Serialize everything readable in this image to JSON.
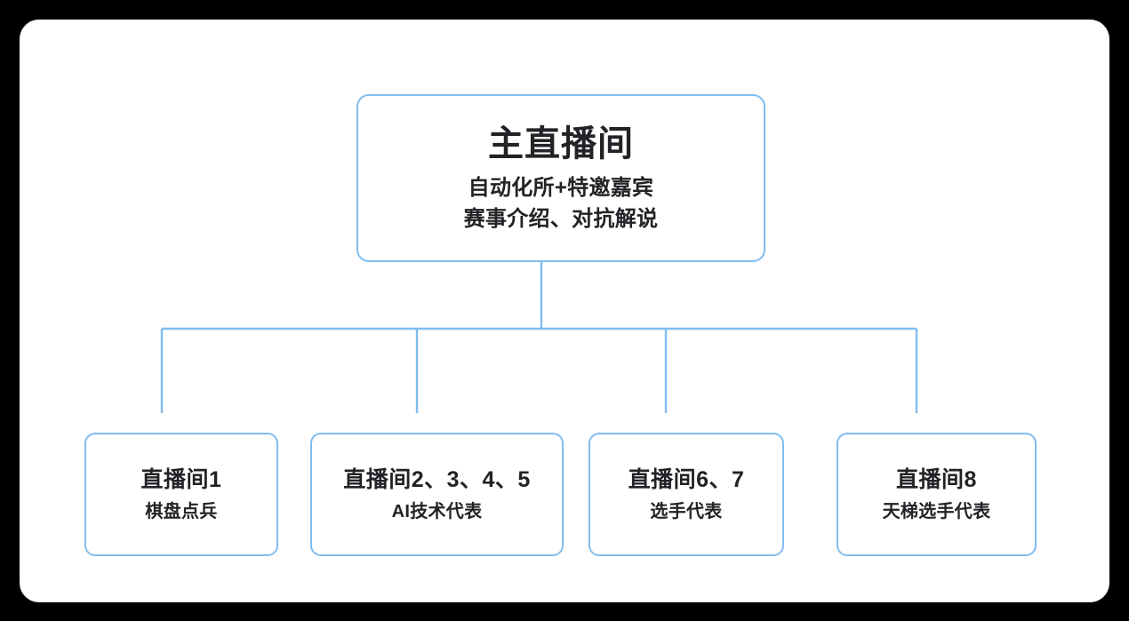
{
  "diagram": {
    "type": "org-tree",
    "orientation": "top-down",
    "accent_color": "#7fbcf0",
    "panel_color": "#ffffff",
    "background_color": "#000000",
    "text_color": "#222326",
    "root": {
      "title": "主直播间",
      "subtitle_line1": "自动化所+特邀嘉宾",
      "subtitle_line2": "赛事介绍、对抗解说"
    },
    "children": [
      {
        "title": "直播间1",
        "subtitle": "棋盘点兵"
      },
      {
        "title": "直播间2、3、4、5",
        "subtitle": "AI技术代表"
      },
      {
        "title": "直播间6、7",
        "subtitle": "选手代表"
      },
      {
        "title": "直播间8",
        "subtitle": "天梯选手代表"
      }
    ]
  }
}
